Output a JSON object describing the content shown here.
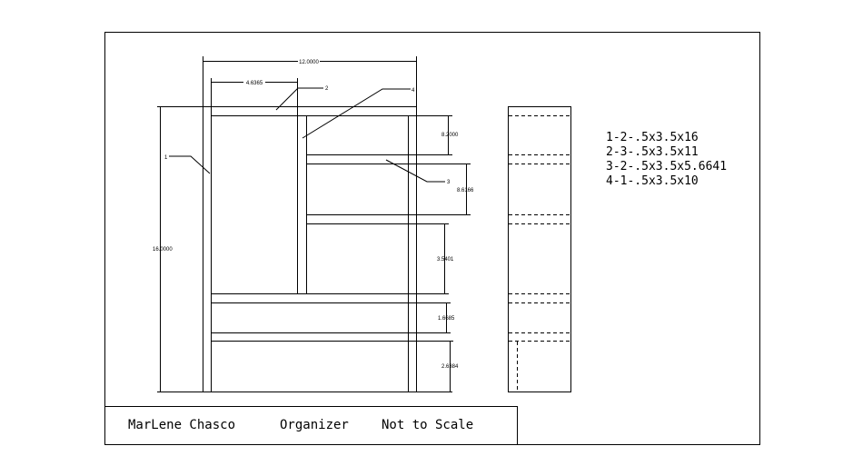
{
  "title_block": {
    "author": "MarLene Chasco",
    "project": "Organizer",
    "scale": "Not to Scale"
  },
  "dimensions": {
    "overall_width": "12.0000",
    "left_opening_width": "4.6365",
    "overall_height": "16.0000",
    "top_shelf_gap": "8.2000",
    "second_shelf_gap": "8.6166",
    "third_shelf_gap": "3.5401",
    "drawer_gap": "1.6685",
    "bottom_gap": "2.6384"
  },
  "part_callouts": {
    "part_1": "1",
    "part_2": "2",
    "part_3": "3",
    "part_4": "4"
  },
  "cut_list": [
    "1-2-.5x3.5x16",
    "2-3-.5x3.5x11",
    "3-2-.5x3.5x5.6641",
    "4-1-.5x3.5x10"
  ]
}
